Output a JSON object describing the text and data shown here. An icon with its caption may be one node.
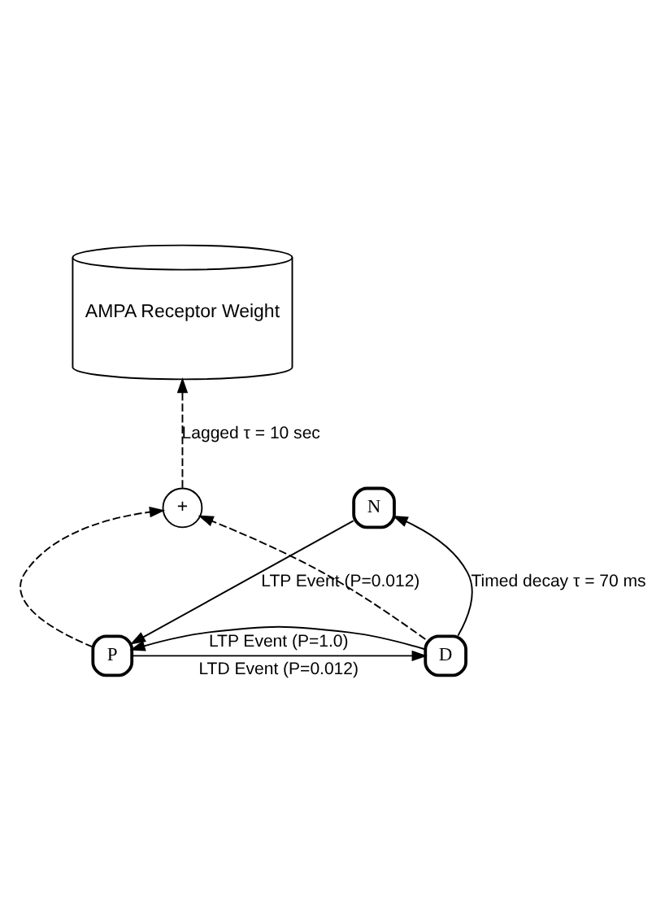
{
  "diagram": {
    "nodes": [
      {
        "text": [
          "AMPA Receptor Weight"
        ]
      },
      {
        "text": [
          "+"
        ]
      },
      {
        "text": [
          "P"
        ]
      },
      {
        "text": [
          "D"
        ]
      },
      {
        "text": [
          "N"
        ]
      }
    ],
    "edges": [
      {
        "from": 1,
        "to": 0,
        "arrow": "to",
        "style": "dashed",
        "label": "Lagged τ = 10 sec"
      },
      {
        "from": 2,
        "to": 1,
        "arrow": "to",
        "style": "dashed"
      },
      {
        "from": 3,
        "to": 1,
        "arrow": "to",
        "style": "dashed"
      },
      {
        "from": 2,
        "to": 3,
        "arrow": "to",
        "label": "LTD Event (P=0.012)"
      },
      {
        "from": 3,
        "to": 2,
        "arrow": "to",
        "label": "LTP Event (P=1.0)"
      },
      {
        "from": 4,
        "to": 2,
        "arrow": "to",
        "label": "LTP Event (P=0.012)"
      },
      {
        "from": 3,
        "to": 4,
        "arrow": "to",
        "label": "Timed decay τ = 70 ms"
      }
    ]
  }
}
